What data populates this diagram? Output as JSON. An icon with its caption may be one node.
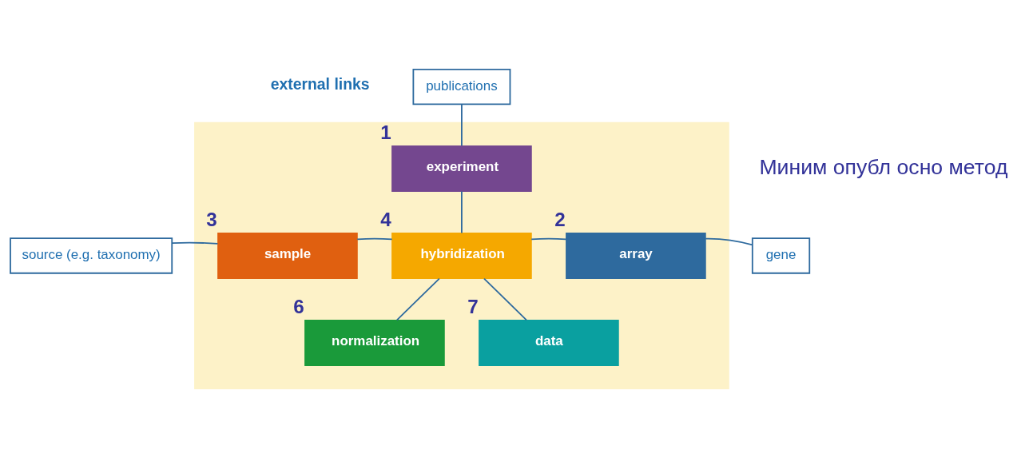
{
  "diagram": {
    "nodes": [
      {
        "text": [
          "publications"
        ]
      },
      {
        "text": [
          "source (e.g. taxonomy)"
        ]
      },
      {
        "text": [
          "gene"
        ]
      },
      {
        "text": [],
        "shape": "box"
      },
      {
        "text": [
          "experiment"
        ],
        "in": 3,
        "beside": [
          "1"
        ]
      },
      {
        "text": [
          "sample"
        ],
        "in": 3,
        "beside": [
          "3"
        ]
      },
      {
        "text": [
          "hybridization"
        ],
        "in": 3,
        "beside": [
          "4"
        ]
      },
      {
        "text": [
          "array"
        ],
        "in": 3,
        "beside": [
          "2"
        ]
      },
      {
        "text": [
          "normalization"
        ],
        "in": 3,
        "beside": [
          "6"
        ]
      },
      {
        "text": [
          "data"
        ],
        "in": 3,
        "beside": [
          "7"
        ]
      }
    ],
    "edges": [
      {
        "from": 0,
        "to": 4,
        "arrow": "none"
      },
      {
        "from": 4,
        "to": 6,
        "arrow": "none"
      },
      {
        "from": 1,
        "to": 5,
        "arrow": "none"
      },
      {
        "from": 5,
        "to": 6,
        "arrow": "none"
      },
      {
        "from": 6,
        "to": 7,
        "arrow": "none"
      },
      {
        "from": 7,
        "to": 2,
        "arrow": "none"
      },
      {
        "from": 6,
        "to": 8,
        "arrow": "none"
      },
      {
        "from": 6,
        "to": 9,
        "arrow": "none"
      }
    ],
    "labels": [
      "external links",
      "Миним опубл осно метод"
    ]
  }
}
